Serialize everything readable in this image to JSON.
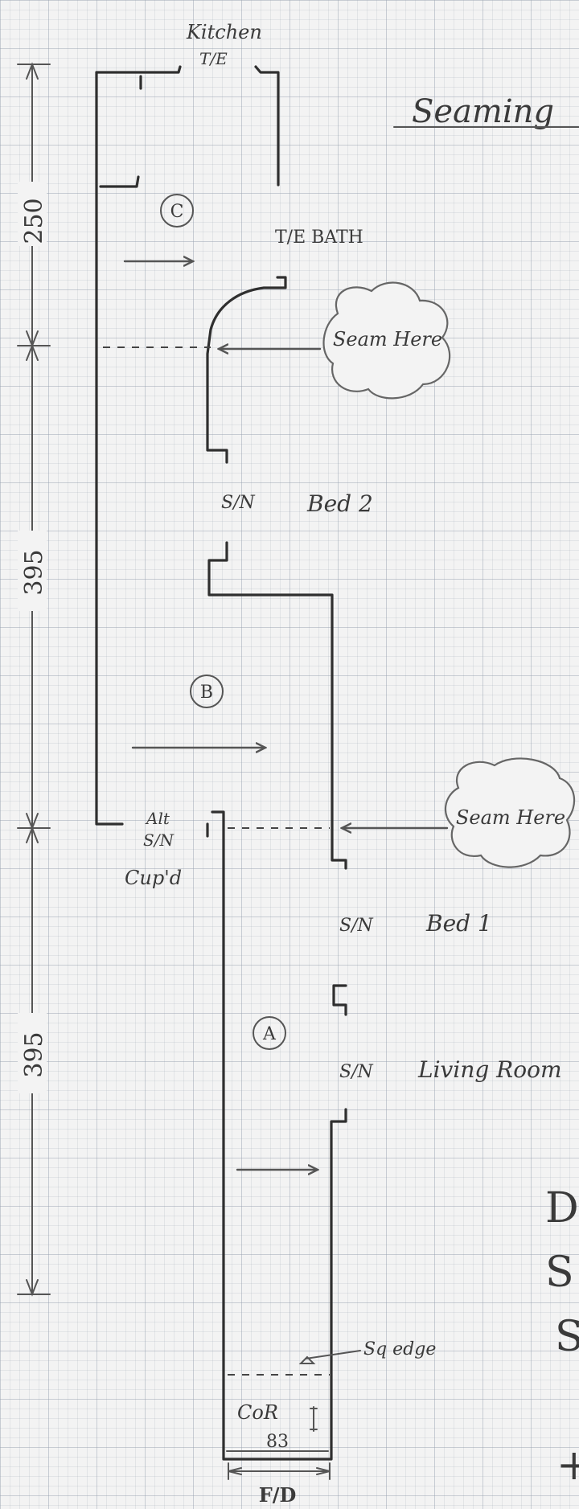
{
  "title": "Seaming",
  "dimensions": [
    "250",
    "395",
    "395"
  ],
  "regions": {
    "a": "A",
    "b": "B",
    "c": "C"
  },
  "rooms": {
    "kitchen": "Kitchen",
    "te_top": "T/E",
    "te_bath": "T/E  BATH",
    "bed2": "Bed 2",
    "bed1": "Bed 1",
    "living": "Living Room",
    "cupd": "Cup'd",
    "cor": "CoR"
  },
  "marks": {
    "sn_bed2": "S/N",
    "sn_bed1": "S/N",
    "sn_living": "S/N",
    "alt": "Alt",
    "sn_cupd": "S/N",
    "sq_edge": "Sq edge"
  },
  "seams": [
    "Seam Here",
    "Seam Here"
  ],
  "bottom": {
    "width": "83",
    "fd": "F/D"
  },
  "right_edge_letters": [
    "D",
    "S",
    "S",
    "+"
  ]
}
